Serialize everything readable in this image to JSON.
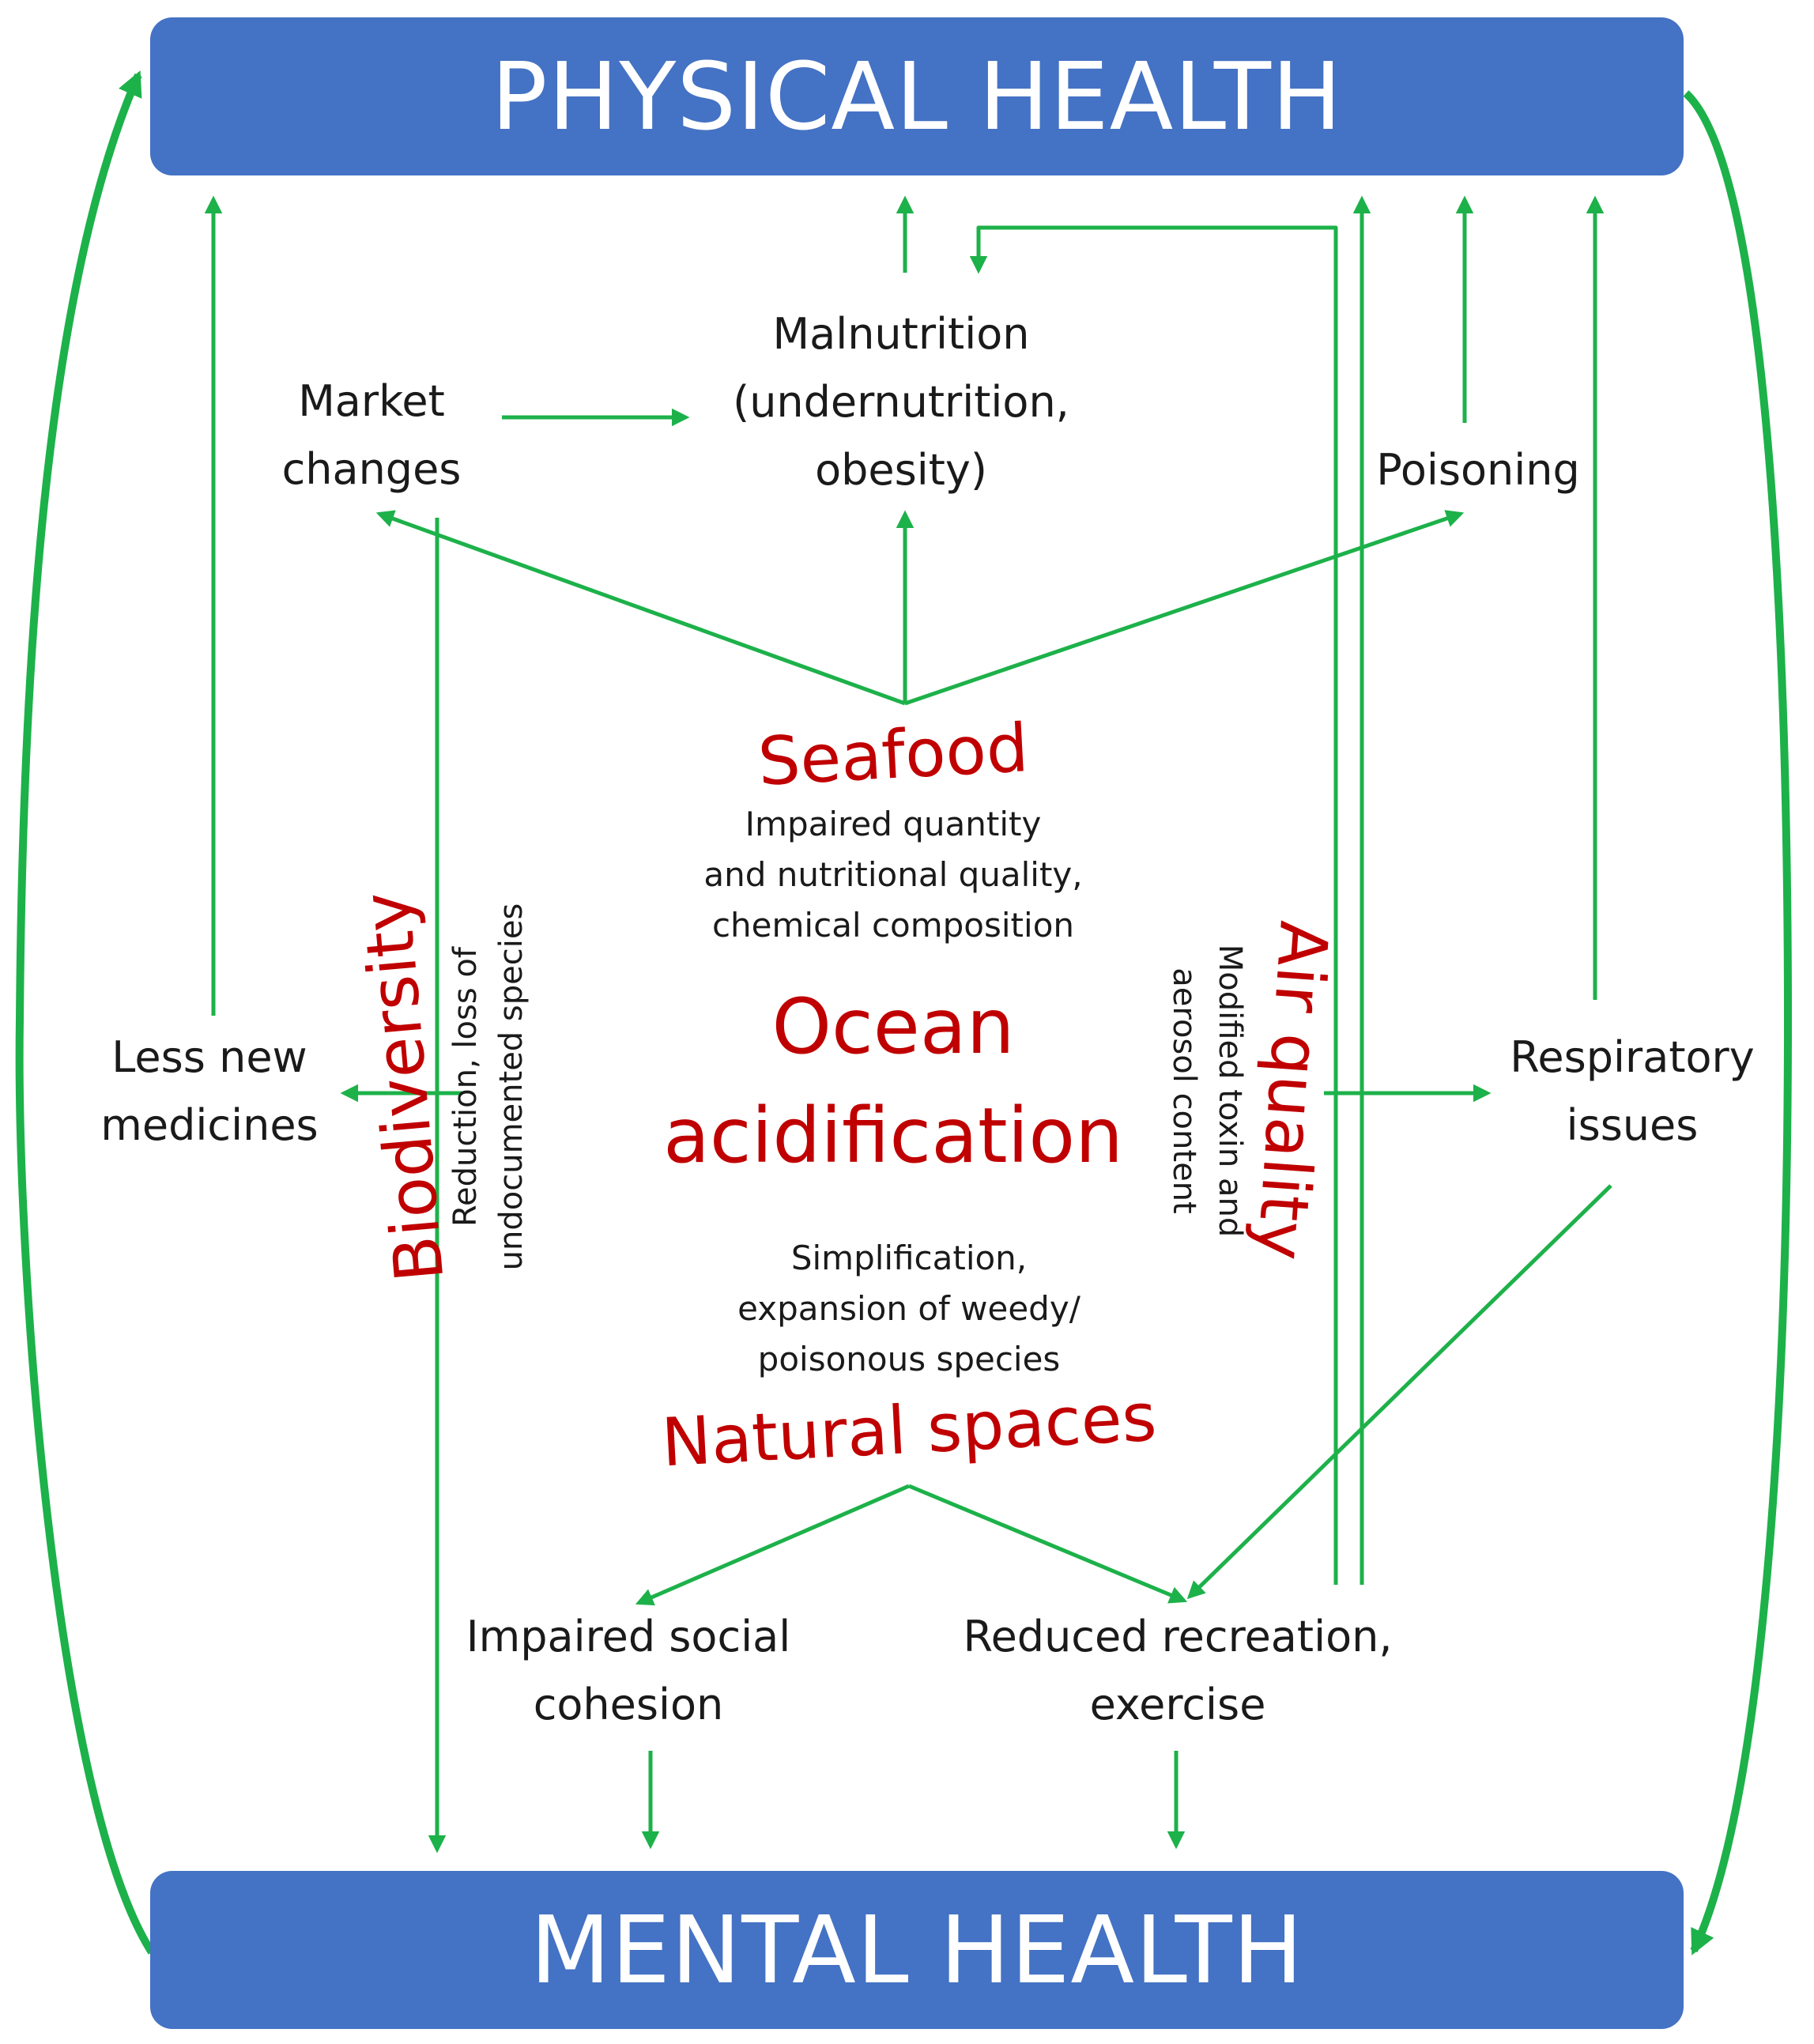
{
  "banners": {
    "top": "PHYSICAL HEALTH",
    "bottom": "MENTAL HEALTH"
  },
  "center": {
    "line1": "Ocean",
    "line2": "acidification"
  },
  "seafood": {
    "title": "Seafood",
    "desc": [
      "Impaired quantity",
      "and nutritional quality,",
      "chemical composition"
    ]
  },
  "biodiversity": {
    "title": "Biodiversity",
    "desc": [
      "Reduction, loss of",
      "undocumented species"
    ]
  },
  "air_quality": {
    "title": "Air quality",
    "desc": [
      "Modified toxin and",
      "aerosol content"
    ]
  },
  "natural_spaces": {
    "title": "Natural spaces",
    "desc": [
      "Simplification,",
      "expansion of weedy/",
      "poisonous species"
    ]
  },
  "outcomes": {
    "market": [
      "Market",
      "changes"
    ],
    "malnutrition": [
      "Malnutrition",
      "(undernutrition,",
      "obesity)"
    ],
    "poisoning": [
      "Poisoning"
    ],
    "medicines": [
      "Less new",
      "medicines"
    ],
    "respiratory": [
      "Respiratory",
      "issues"
    ],
    "social": [
      "Impaired social",
      "cohesion"
    ],
    "recreation": [
      "Reduced recreation,",
      "exercise"
    ]
  },
  "colors": {
    "banner": "#4472c4",
    "arrow": "#1db14a",
    "accent_red": "#c00000"
  }
}
